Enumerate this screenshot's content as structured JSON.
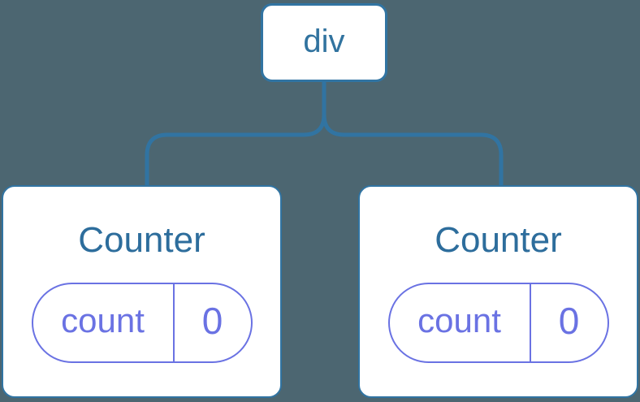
{
  "colors": {
    "background": "#4c6671",
    "line_blue": "#3174a2",
    "node_text": "#31739f",
    "title_blue": "#2d6d9c",
    "purple": "#6a72e3",
    "card_bg": "#ffffff"
  },
  "tree": {
    "root": {
      "label": "div"
    },
    "children": [
      {
        "title": "Counter",
        "state": {
          "key": "count",
          "value": "0"
        }
      },
      {
        "title": "Counter",
        "state": {
          "key": "count",
          "value": "0"
        }
      }
    ]
  }
}
